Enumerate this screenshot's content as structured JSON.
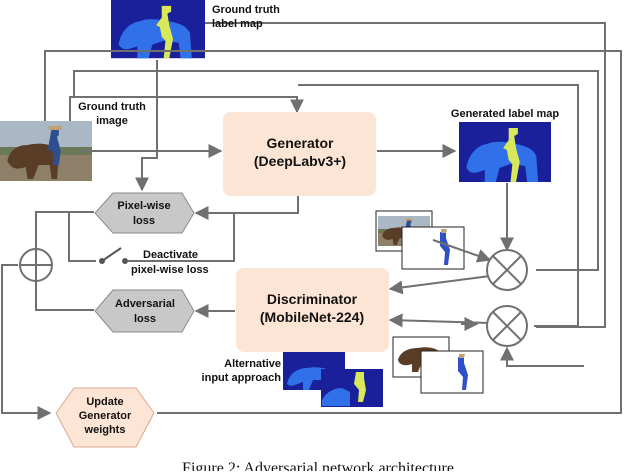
{
  "labels": {
    "gt_label_map": [
      "Ground  truth",
      "label map"
    ],
    "gt_image": [
      "Ground truth",
      "image"
    ],
    "generated_label_map": "Generated label map",
    "deactivate": [
      "Deactivate",
      "pixel-wise loss"
    ],
    "alternative": [
      "Alternative",
      "input approach"
    ]
  },
  "boxes": {
    "generator": [
      "Generator",
      "(DeepLabv3+)"
    ],
    "discriminator": [
      "Discriminator",
      "(MobileNet-224)"
    ],
    "pixel_loss": [
      "Pixel-wise",
      "loss"
    ],
    "adv_loss": [
      "Adversarial",
      "loss"
    ],
    "update": [
      "Update",
      "Generator",
      "weights"
    ]
  },
  "caption": "Figure 2: Adversarial network architecture.",
  "colors": {
    "block_fill": "#fde5d6",
    "loss_fill": "#c8c8c8",
    "label_bg": "#1a1f9a",
    "label_horse": "#3070e8",
    "label_rider": "#d8e858",
    "arrow": "#707070"
  }
}
